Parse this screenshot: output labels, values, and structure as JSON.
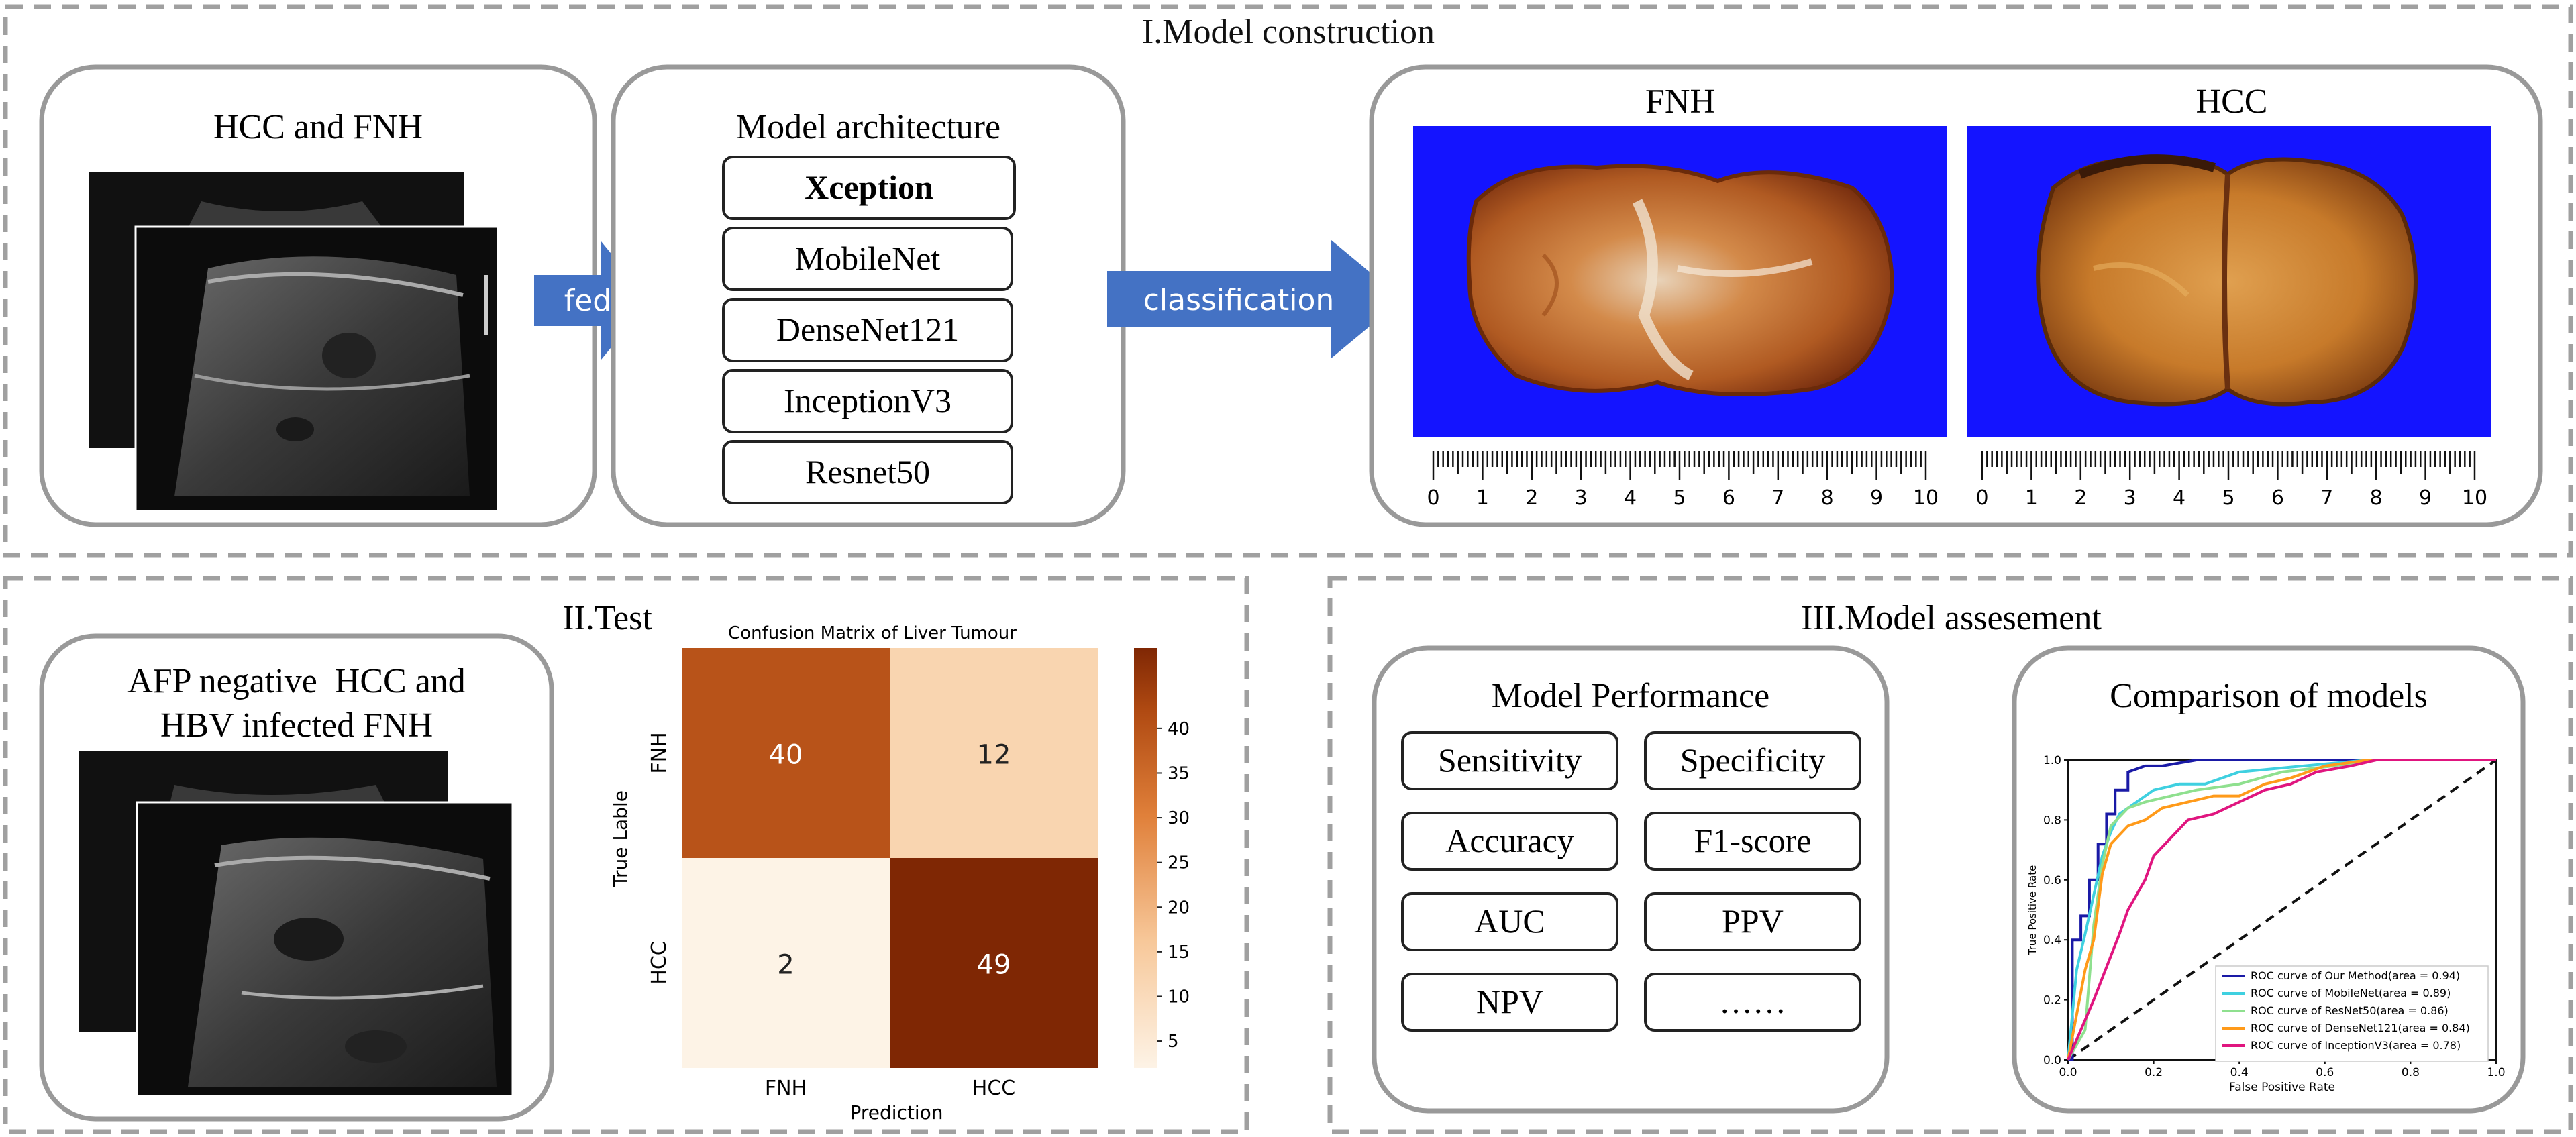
{
  "sections": {
    "construction_title": "I.Model construction",
    "test_title": "II.Test",
    "assessment_title": "III.Model assesement"
  },
  "construction": {
    "input_title": "HCC and FNH",
    "fed_label": "fed",
    "architecture_title": "Model architecture",
    "models": [
      "Xception",
      "MobileNet",
      "DenseNet121",
      "InceptionV3",
      "Resnet50"
    ],
    "classification_label": "classification",
    "class_labels": [
      "FNH",
      "HCC"
    ],
    "ruler_ticks": [
      "0",
      "1",
      "2",
      "3",
      "4",
      "5",
      "6",
      "7",
      "8",
      "9",
      "10"
    ]
  },
  "test": {
    "input_title_line1": "AFP negative  HCC and",
    "input_title_line2": "HBV infected FNH"
  },
  "chart_data": [
    {
      "type": "heatmap",
      "title": "Confusion Matrix of Liver Tumour",
      "xlabel": "Prediction",
      "ylabel": "True Lable",
      "x_categories": [
        "FNH",
        "HCC"
      ],
      "y_categories": [
        "FNH",
        "HCC"
      ],
      "values": [
        [
          40,
          12
        ],
        [
          2,
          49
        ]
      ],
      "colorbar_ticks": [
        5,
        10,
        15,
        20,
        25,
        30,
        35,
        40
      ],
      "colorbar_range": [
        2,
        49
      ]
    },
    {
      "type": "line",
      "title": "",
      "xlabel": "False Positive Rate",
      "ylabel": "True Positive Rate",
      "xlim": [
        0,
        1
      ],
      "ylim": [
        0,
        1
      ],
      "x_ticks": [
        "0.0",
        "0.2",
        "0.4",
        "0.6",
        "0.8",
        "1.0"
      ],
      "y_ticks": [
        "0.0",
        "0.2",
        "0.4",
        "0.6",
        "0.8",
        "1.0"
      ],
      "legend_position": "bottom-right",
      "series": [
        {
          "name": "ROC curve of Our Method(area = 0.94)",
          "color": "#1a1aa6",
          "x": [
            0,
            0.01,
            0.01,
            0.03,
            0.03,
            0.05,
            0.05,
            0.07,
            0.07,
            0.09,
            0.09,
            0.11,
            0.11,
            0.14,
            0.14,
            0.18,
            0.22,
            0.3,
            0.45,
            0.6,
            0.75,
            1.0
          ],
          "y": [
            0,
            0,
            0.4,
            0.4,
            0.48,
            0.48,
            0.6,
            0.6,
            0.72,
            0.72,
            0.82,
            0.82,
            0.9,
            0.9,
            0.96,
            0.98,
            0.98,
            1.0,
            1.0,
            1.0,
            1.0,
            1.0
          ]
        },
        {
          "name": "ROC curve of MobileNet(area = 0.89)",
          "color": "#3fd0e0",
          "x": [
            0,
            0.02,
            0.04,
            0.06,
            0.08,
            0.1,
            0.12,
            0.16,
            0.2,
            0.26,
            0.32,
            0.4,
            0.55,
            0.7,
            0.8,
            1.0
          ],
          "y": [
            0,
            0.3,
            0.42,
            0.55,
            0.68,
            0.76,
            0.82,
            0.86,
            0.9,
            0.92,
            0.92,
            0.96,
            0.98,
            1.0,
            1.0,
            1.0
          ]
        },
        {
          "name": "ROC curve of ResNet50(area = 0.86)",
          "color": "#8fe08f",
          "x": [
            0,
            0.04,
            0.06,
            0.08,
            0.1,
            0.14,
            0.18,
            0.24,
            0.3,
            0.4,
            0.5,
            0.62,
            0.72,
            0.8,
            1.0
          ],
          "y": [
            0,
            0.1,
            0.45,
            0.65,
            0.78,
            0.84,
            0.86,
            0.88,
            0.9,
            0.92,
            0.96,
            0.98,
            1.0,
            1.0,
            1.0
          ]
        },
        {
          "name": "ROC curve of DenseNet121(area = 0.84)",
          "color": "#ff9a1a",
          "x": [
            0,
            0.04,
            0.06,
            0.08,
            0.1,
            0.14,
            0.18,
            0.22,
            0.28,
            0.34,
            0.4,
            0.46,
            0.52,
            0.6,
            0.7,
            0.8,
            1.0
          ],
          "y": [
            0,
            0.3,
            0.4,
            0.62,
            0.72,
            0.78,
            0.8,
            0.84,
            0.86,
            0.88,
            0.88,
            0.92,
            0.94,
            0.98,
            1.0,
            1.0,
            1.0
          ]
        },
        {
          "name": "ROC curve of InceptionV3(area = 0.78)",
          "color": "#e0157f",
          "x": [
            0,
            0.06,
            0.12,
            0.14,
            0.18,
            0.2,
            0.24,
            0.28,
            0.34,
            0.4,
            0.46,
            0.52,
            0.58,
            0.66,
            0.72,
            0.8,
            1.0
          ],
          "y": [
            0,
            0.2,
            0.42,
            0.5,
            0.6,
            0.68,
            0.74,
            0.8,
            0.82,
            0.86,
            0.9,
            0.92,
            0.96,
            0.98,
            1.0,
            1.0,
            1.0
          ]
        }
      ]
    }
  ],
  "assessment": {
    "performance_title": "Model Performance",
    "metrics": [
      "Sensitivity",
      "Specificity",
      "Accuracy",
      "F1-score",
      "AUC",
      "PPV",
      "NPV",
      "……"
    ],
    "comparison_title": "Comparison of models"
  },
  "colors": {
    "arrow_blue": "#4472c4",
    "photo_bg": "#1414ff",
    "dash_border": "#a0a0a0",
    "panel_border": "#999999"
  }
}
